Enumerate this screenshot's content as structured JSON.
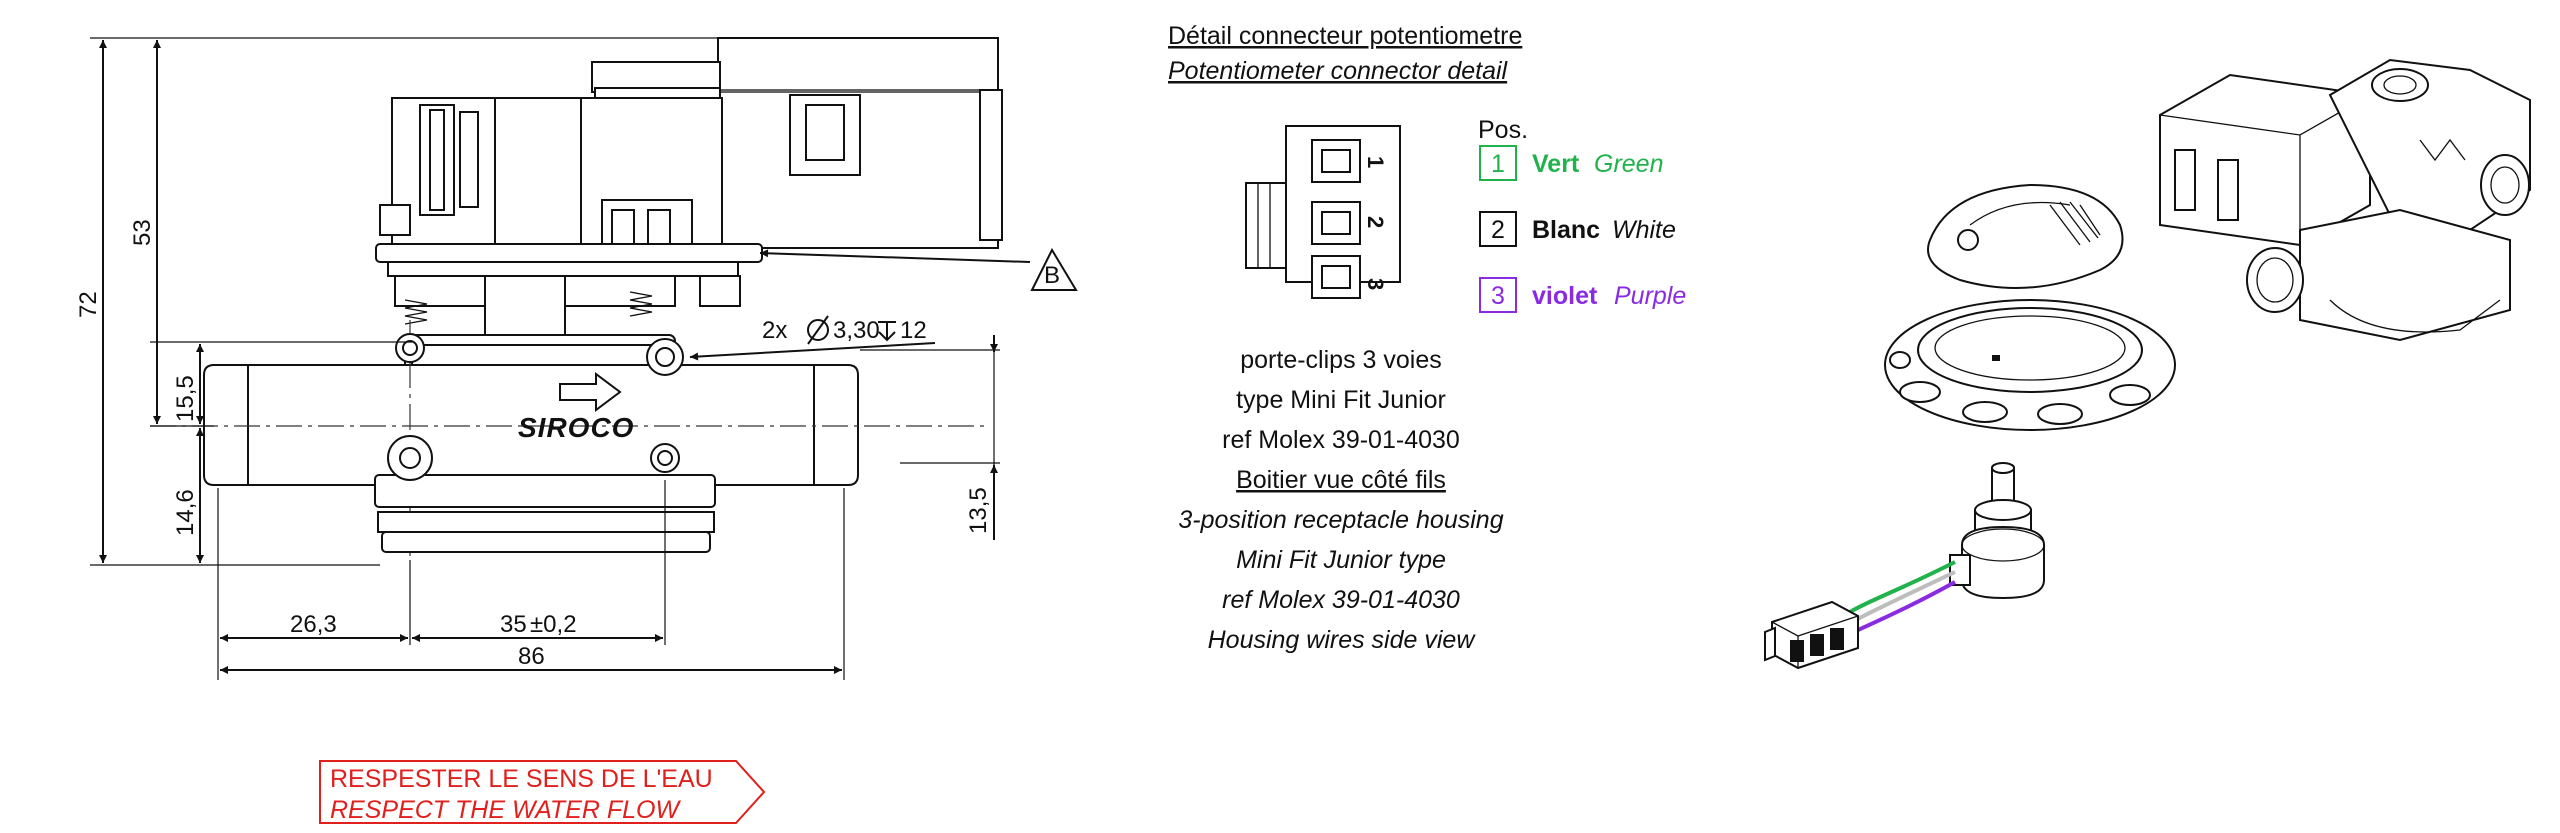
{
  "dimensions": {
    "d72": "72",
    "d53": "53",
    "d15_5": "15,5",
    "d14_6": "14,6",
    "d13_5": "13,5",
    "d26_3": "26,3",
    "d35": "35",
    "d35_tol": "±0,2",
    "d86": "86",
    "holes_prefix": "2x",
    "holes_value": "3,30",
    "holes_depth": "12"
  },
  "callout_b": "B",
  "brand_marking": "SIROCO",
  "connector_detail": {
    "title_fr": "Détail connecteur potentiometre",
    "title_en": "Potentiometer connector detail",
    "pin_header": "Pos.",
    "pins": [
      {
        "number": "1",
        "name_fr": "Vert",
        "name_en": "Green",
        "color": "#22b24c"
      },
      {
        "number": "2",
        "name_fr": "Blanc",
        "name_en": "White",
        "color": "#111111"
      },
      {
        "number": "3",
        "name_fr": "violet",
        "name_en": "Purple",
        "color": "#8a2be2"
      }
    ],
    "pin_labels_on_housing": [
      "1",
      "2",
      "3"
    ],
    "description": [
      "porte-clips 3 voies",
      "type Mini Fit Junior",
      "ref Molex 39-01-4030",
      "Boitier vue côté fils",
      "3-position receptacle housing",
      "Mini Fit Junior type",
      "ref Molex 39-01-4030",
      "Housing wires side view"
    ]
  },
  "warning": {
    "line_fr": "RESPESTER LE SENS DE L'EAU",
    "line_en": "RESPECT THE WATER FLOW",
    "color": "#e0201c"
  },
  "wire_colors": {
    "green": "#22b24c",
    "white": "#bdbdbd",
    "purple": "#8a2be2"
  }
}
